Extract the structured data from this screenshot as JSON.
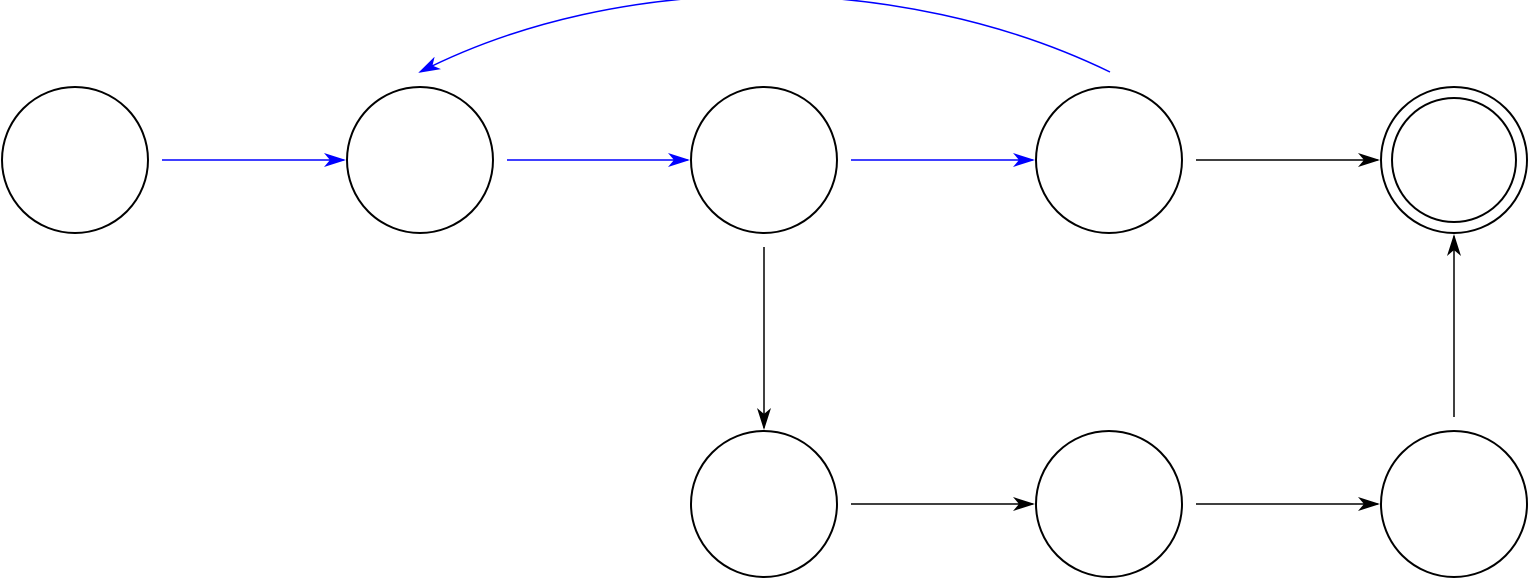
{
  "colors": {
    "stroke": "#000000",
    "highlight": "#0000ff",
    "background": "#ffffff"
  },
  "states": [
    {
      "id": "s0",
      "accepting": false
    },
    {
      "id": "s1",
      "accepting": false
    },
    {
      "id": "s2",
      "accepting": false
    },
    {
      "id": "s3",
      "accepting": false
    },
    {
      "id": "s4",
      "accepting": true
    },
    {
      "id": "s5",
      "accepting": false
    },
    {
      "id": "s6",
      "accepting": false
    },
    {
      "id": "s7",
      "accepting": false
    }
  ],
  "transitions": [
    {
      "from": "s0",
      "to": "s1",
      "highlighted": true
    },
    {
      "from": "s1",
      "to": "s2",
      "highlighted": true
    },
    {
      "from": "s2",
      "to": "s3",
      "highlighted": true
    },
    {
      "from": "s3",
      "to": "s1",
      "highlighted": true
    },
    {
      "from": "s3",
      "to": "s4",
      "highlighted": false
    },
    {
      "from": "s2",
      "to": "s5",
      "highlighted": false
    },
    {
      "from": "s5",
      "to": "s6",
      "highlighted": false
    },
    {
      "from": "s6",
      "to": "s7",
      "highlighted": false
    },
    {
      "from": "s7",
      "to": "s4",
      "highlighted": false
    }
  ]
}
